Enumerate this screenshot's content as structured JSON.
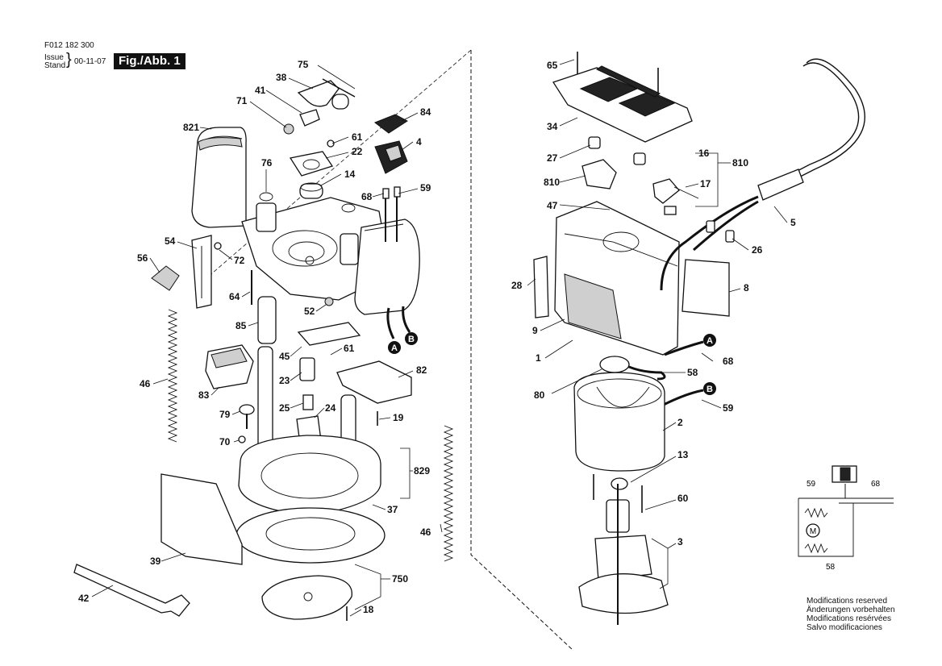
{
  "header": {
    "doc_number": "F012 182 300",
    "issue_label": "Issue",
    "stand_label": "Stand",
    "date": "00-11-07",
    "figure_tag": "Fig./Abb. 1"
  },
  "part_labels": {
    "p75": "75",
    "p38": "38",
    "p41": "41",
    "p71": "71",
    "p821": "821",
    "p84": "84",
    "p61a": "61",
    "p22": "22",
    "p4": "4",
    "p76": "76",
    "p14": "14",
    "p68": "68",
    "p59": "59",
    "p54": "54",
    "p56": "56",
    "p72": "72",
    "p64": "64",
    "p52": "52",
    "p85": "85",
    "p45": "45",
    "p61b": "61",
    "p46a": "46",
    "p83": "83",
    "p23": "23",
    "p82": "82",
    "p25": "25",
    "p24": "24",
    "p79": "79",
    "p19": "19",
    "p70": "70",
    "p829": "829",
    "p37": "37",
    "p46b": "46",
    "p39": "39",
    "p750": "750",
    "p42": "42",
    "p18": "18",
    "p65": "65",
    "p34": "34",
    "p27": "27",
    "p16": "16",
    "p810a": "810",
    "p810b": "810",
    "p17": "17",
    "p47": "47",
    "p5": "5",
    "p26": "26",
    "p28": "28",
    "p8": "8",
    "p9": "9",
    "p1": "1",
    "p68b": "68",
    "p58": "58",
    "p80": "80",
    "p59b": "59",
    "p2": "2",
    "p13": "13",
    "p60": "60",
    "p3": "3",
    "s59": "59",
    "s68": "68",
    "s58": "58"
  },
  "connectors": {
    "a": "A",
    "b": "B"
  },
  "schematic": {
    "motor_symbol": "M"
  },
  "notes": [
    "Modifications reserved",
    "Änderungen vorbehalten",
    "Modifications resérvées",
    "Salvo modificaciones"
  ]
}
